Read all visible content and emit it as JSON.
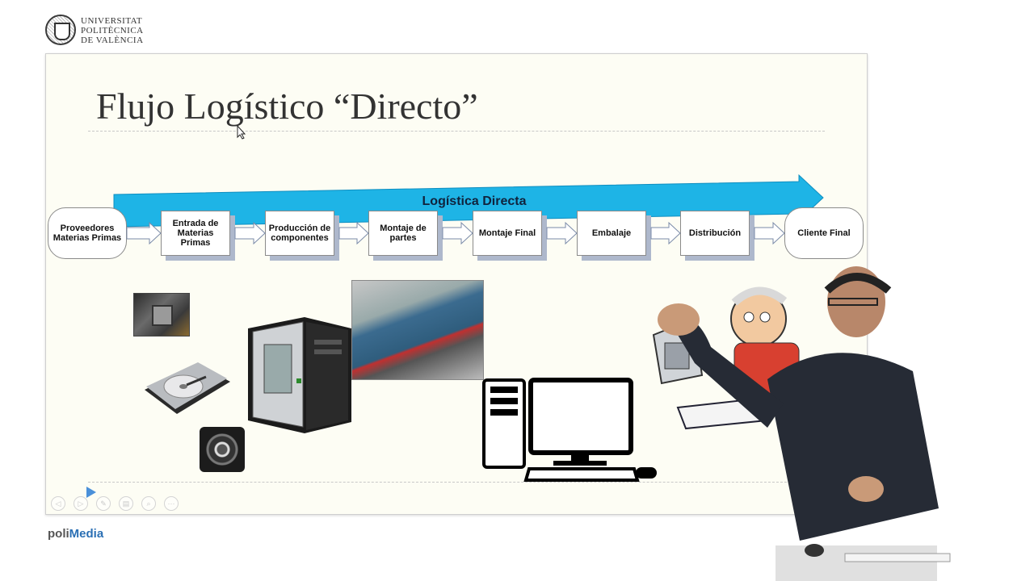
{
  "brand": {
    "university_lines": [
      "UNIVERSITAT",
      "POLITÈCNICA",
      "DE VALÈNCIA"
    ],
    "player_brand_prefix": "poli",
    "player_brand_suffix": "Media"
  },
  "slide": {
    "title": "Flujo Logístico “Directo”",
    "band_label": "Logística Directa",
    "flow_nodes": [
      {
        "label": "Proveedores Materias Primas",
        "shape": "oval"
      },
      {
        "label": "Entrada de Materias Primas",
        "shape": "box"
      },
      {
        "label": "Producción de componentes",
        "shape": "box"
      },
      {
        "label": "Montaje de partes",
        "shape": "box"
      },
      {
        "label": "Montaje Final",
        "shape": "box"
      },
      {
        "label": "Embalaje",
        "shape": "box"
      },
      {
        "label": "Distribución",
        "shape": "box"
      },
      {
        "label": "Cliente Final",
        "shape": "oval"
      }
    ],
    "images": [
      "motherboard-cpu-socket",
      "hard-disk-drive",
      "cooling-fan",
      "pc-tower-open",
      "motherboard-installed",
      "desktop-computer-icon",
      "cartoon-computer-user"
    ]
  },
  "player_controls": [
    {
      "icon": "previous-icon",
      "glyph": "◁"
    },
    {
      "icon": "next-icon",
      "glyph": "▷"
    },
    {
      "icon": "pen-icon",
      "glyph": "✎"
    },
    {
      "icon": "slides-icon",
      "glyph": "▤"
    },
    {
      "icon": "zoom-icon",
      "glyph": "⌕"
    },
    {
      "icon": "more-icon",
      "glyph": "···"
    }
  ],
  "colors": {
    "band_blue": "#1eb4e6",
    "band_blue_dark": "#0f8ec0",
    "flow_shadow": "#aeb8cc",
    "accent": "#2a6fb4"
  }
}
